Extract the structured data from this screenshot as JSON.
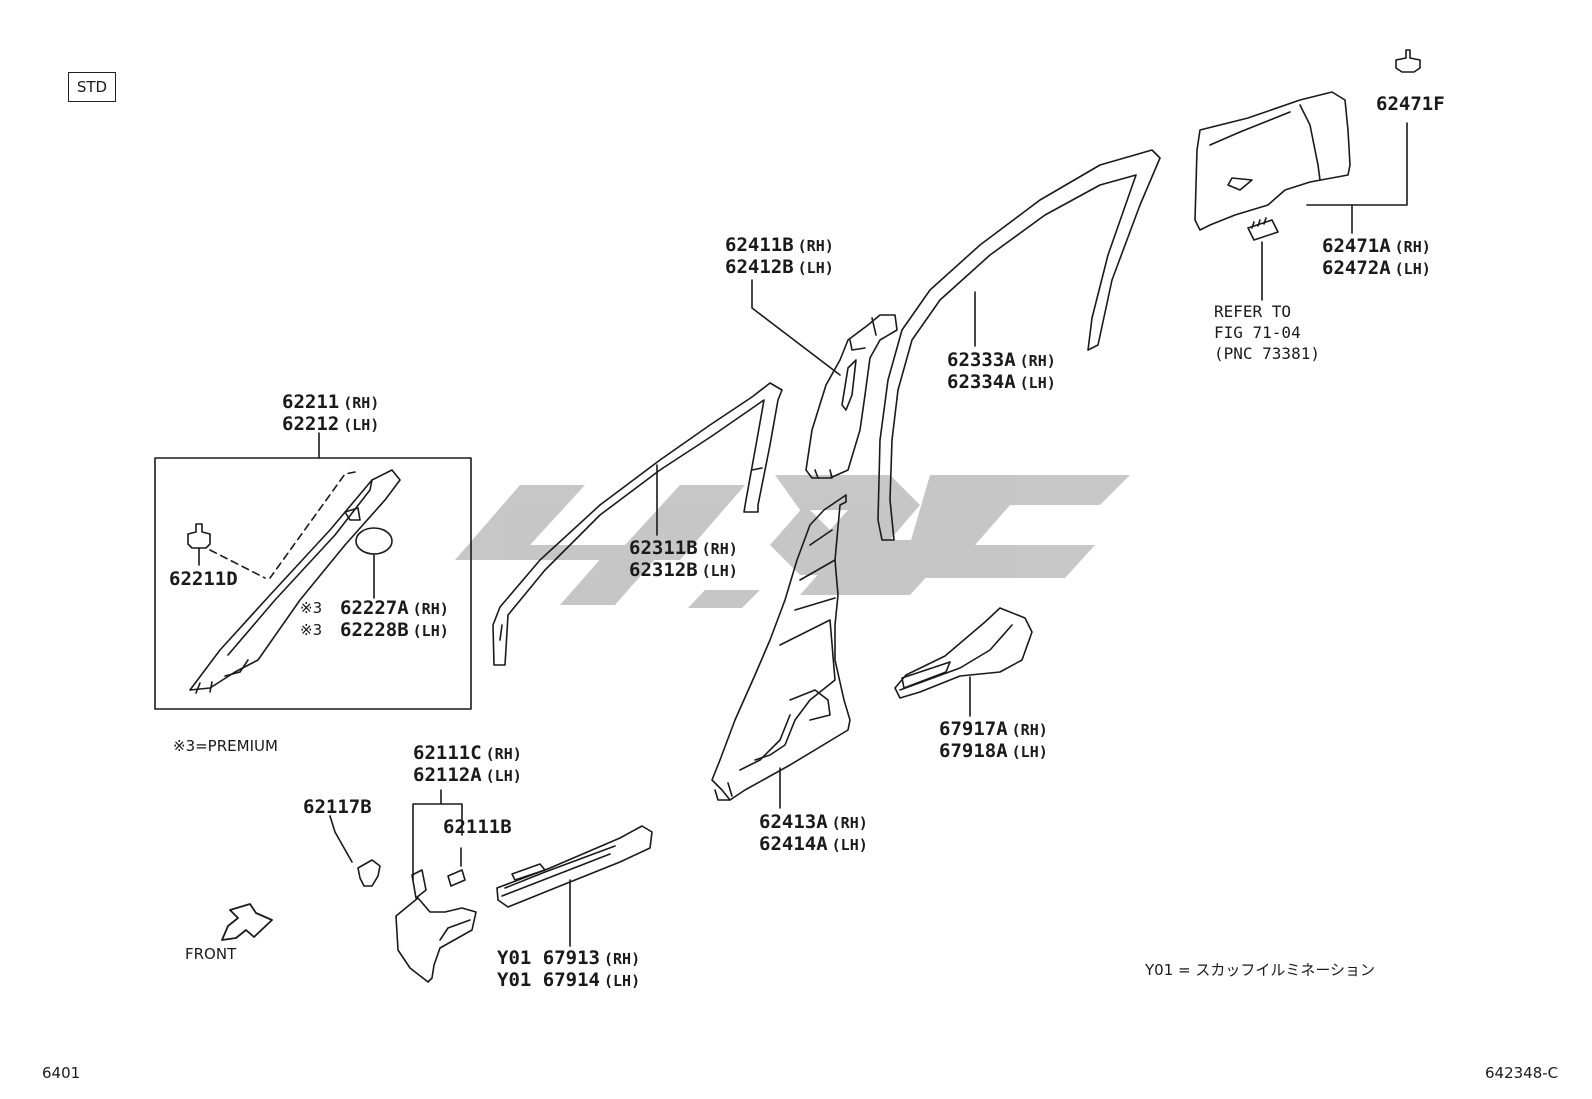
{
  "header": {
    "variant": "STD"
  },
  "footer": {
    "page_code": "6401",
    "figure_id": "642348-C"
  },
  "notes": {
    "premium": "※3=PREMIUM",
    "y01_legend": "Y01 = スカッフイルミネーション",
    "mark3": "※3",
    "refer": [
      "REFER TO",
      "FIG 71-04",
      "(PNC 73381)"
    ],
    "front": "FRONT"
  },
  "parts": {
    "p62211": {
      "num": "62211",
      "side": "(RH)"
    },
    "p62212": {
      "num": "62212",
      "side": "(LH)"
    },
    "p62211D": {
      "num": "62211D"
    },
    "p62227A": {
      "num": "62227A",
      "side": "(RH)"
    },
    "p62228B": {
      "num": "62228B",
      "side": "(LH)"
    },
    "p62111C": {
      "num": "62111C",
      "side": "(RH)"
    },
    "p62112A": {
      "num": "62112A",
      "side": "(LH)"
    },
    "p62111B": {
      "num": "62111B"
    },
    "p62117B": {
      "num": "62117B"
    },
    "p67913": {
      "prefix": "Y01",
      "num": "67913",
      "side": "(RH)"
    },
    "p67914": {
      "prefix": "Y01",
      "num": "67914",
      "side": "(LH)"
    },
    "p62311B": {
      "num": "62311B",
      "side": "(RH)"
    },
    "p62312B": {
      "num": "62312B",
      "side": "(LH)"
    },
    "p62411B": {
      "num": "62411B",
      "side": "(RH)"
    },
    "p62412B": {
      "num": "62412B",
      "side": "(LH)"
    },
    "p62413A": {
      "num": "62413A",
      "side": "(RH)"
    },
    "p62414A": {
      "num": "62414A",
      "side": "(LH)"
    },
    "p62333A": {
      "num": "62333A",
      "side": "(RH)"
    },
    "p62334A": {
      "num": "62334A",
      "side": "(LH)"
    },
    "p67917A": {
      "num": "67917A",
      "side": "(RH)"
    },
    "p67918A": {
      "num": "67918A",
      "side": "(LH)"
    },
    "p62471F": {
      "num": "62471F"
    },
    "p62471A": {
      "num": "62471A",
      "side": "(RH)"
    },
    "p62472A": {
      "num": "62472A",
      "side": "(LH)"
    }
  },
  "colors": {
    "ink": "#1a1a1a",
    "watermark": "#c4c4c4"
  }
}
